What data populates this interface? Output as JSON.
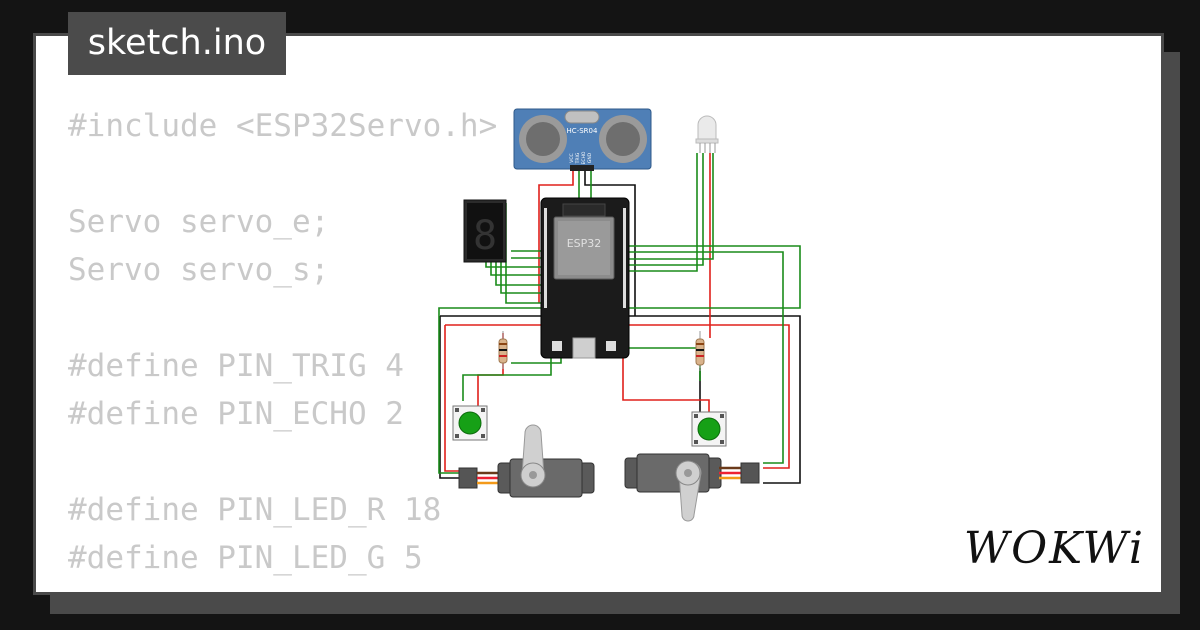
{
  "tab": {
    "title": "sketch.ino"
  },
  "code": {
    "lines": [
      "#include <ESP32Servo.h>",
      "",
      "Servo servo_e;",
      "Servo servo_s;",
      "",
      "#define PIN_TRIG 4",
      "#define PIN_ECHO 2",
      "",
      "#define PIN_LED_R 18",
      "#define PIN_LED_G 5"
    ]
  },
  "diagram": {
    "ultrasonic_label": "HC-SR04",
    "ultrasonic_pins": [
      "VCC",
      "TRIG",
      "ECHO",
      "GND"
    ],
    "mcu_label": "ESP32",
    "segment_digit": "8"
  },
  "brand": {
    "logo": "WOKWi"
  },
  "colors": {
    "wire_green": "#1a8c1a",
    "wire_red": "#e0201b",
    "wire_black": "#111111",
    "button_cap": "#16a016",
    "sensor_blue": "#4f7fb6"
  }
}
